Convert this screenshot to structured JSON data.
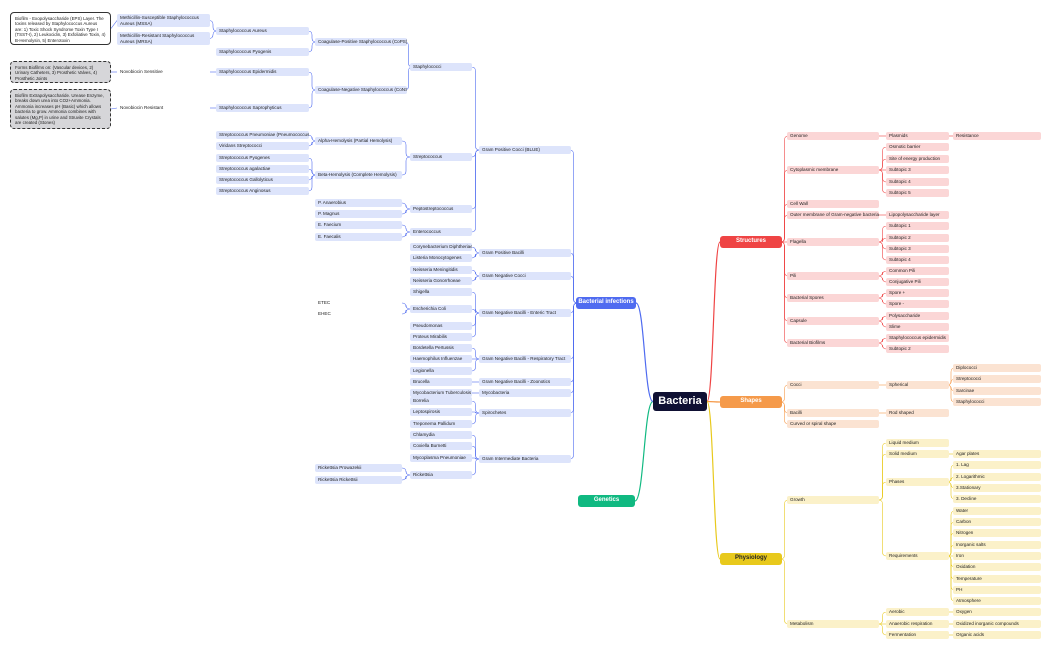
{
  "title": "Bacteria",
  "colors": {
    "root": "#0f1033",
    "structures": "#ef4444",
    "shapes": "#f59a4a",
    "physiology": "#e8c91c",
    "genetics": "#10b981",
    "infections": "#4f6bf0",
    "node_blue": "#dde4fb",
    "node_red": "#fbd6d6",
    "node_orange": "#fbe3d2",
    "node_yellow": "#fbf1c9"
  },
  "notes": {
    "biofilm_eps": "Biofilm - Exopolysaccharide (EPS) Layer. The toxins released by Staphylococcus Aureus are: 1) Toxic Shock Syndrome Toxin Type I (TSST-I), 2) Leukocidin, 3) Exfoliative Toxin, 4) B-Hemolysin, 5) Enterotoxin",
    "forms_biofilms": "Forms Biofilms on: (Vascular devices, 2) Urinary Catheters, 3) Prosthetic Valves, 4) Prosthetic Joints",
    "biofilm_expolysaccharide": "Biofilm Extrapolysaccharide. Urease Enzyme, breaks down urea into CO2+Ammonia. Ammonia increases pH (Basic) which allows bacteria to grow. Ammonia combines with salutes (Mg,P) in urine and Struvite Crystals are created (Stones)"
  },
  "nodes": {
    "root": "Bacteria",
    "b_structures": "Structures",
    "b_shapes": "Shapes",
    "b_physiology": "Physiology",
    "b_genetics": "Genetics",
    "b_infections": "Bacterial infections",
    "s_genome": "Genome",
    "s_plasmids": "Plasmids",
    "s_resistance": "Resistance",
    "s_cytoplasmic": "Cytoplasmic membrane",
    "s_osmotic": "Osmotic barrier",
    "s_energy": "Site of energy production",
    "s_sub3a": "Subtopic 3",
    "s_sub4a": "Subtopic 4",
    "s_sub5a": "Subtopic 5",
    "s_cellwall": "Cell Wall",
    "s_outer": "Outer membrane of Gram-negative bacteria",
    "s_lps": "Lipopolysaccharide layer",
    "s_flagella": "Flagella",
    "s_sub1b": "Subtopic 1",
    "s_sub2b": "Subtopic 2",
    "s_sub3b": "Subtopic 3",
    "s_sub4b": "Subtopic 4",
    "s_pili": "Pili",
    "s_common_pili": "Common Pili",
    "s_conj_pili": "Conjugative Pili",
    "s_spores": "Bacterial Spores",
    "s_sporeplus": "Spore +",
    "s_sporeminus": "Spore -",
    "s_capsule": "Capsule",
    "s_polysaccharide": "Polysaccharide",
    "s_slime": "Slime",
    "s_biofilms": "Bacterial Biofilms",
    "s_staph_epi": "Staphylococcus epidermidis",
    "s_sub2c": "Subtopic 2",
    "sh_cocci": "Cocci",
    "sh_spherical": "Spherical",
    "sh_diplococci": "Diplococci",
    "sh_streptococci": "Streptococci",
    "sh_sarcinae": "Sarcinae",
    "sh_staphylococci": "Staphylococci",
    "sh_bacilli": "Bacilli",
    "sh_rod": "Rod shaped",
    "sh_curved": "Curved or spiral shape",
    "p_growth": "Growth",
    "p_liquid": "Liquid medium",
    "p_solid": "Solid medium",
    "p_agar": "Agar plates",
    "p_phases": "Phases",
    "p_lag": "1. Lag",
    "p_log": "2. Logarithmic",
    "p_stationary": "3.Stationary",
    "p_decline": "3. Decline",
    "p_requirements": "Requirements",
    "p_water": "Water",
    "p_carbon": "Carbon",
    "p_nitrogen": "Nitrogen",
    "p_inorganic": "Inorganic salts",
    "p_iron": "Iron",
    "p_oxidation": "Oxidation",
    "p_temperature": "Temperature",
    "p_ph": "PH",
    "p_atmosphere": "Atmosphere",
    "p_metabolism": "Metabolism",
    "p_aerobic": "Aerobic",
    "p_oxygen": "Oxygen",
    "p_anaerobic": "Anaerobic respiration",
    "p_oxidized": "Oxidized inorganic compounds",
    "p_fermentation": "Fermentation",
    "p_organic": "Organic acids",
    "i_gpc": "Gram Positive Cocci (BLUE)",
    "i_staphylococci": "Staphylococci",
    "i_cops": "Coagulase-Positive Staphylococcus (CoPS)",
    "i_cons": "Coagulase-Negative Staphylococcus (CoNS)",
    "i_saureus": "Staphylococcus Aureus",
    "i_mssa": "Methicillin-Susceptible Staphylococcus Aureus (MSSA)",
    "i_mrsa": "Methicillin-Resistant Staphylococcus Aureus (MRSA)",
    "i_spyogenis": "Staphylococcus Pyogenis",
    "i_sepidermidis": "Staphylococcus Epidermidis",
    "i_nov_sens": "Novobiocin Sensitive",
    "i_ssaprophyticus": "Staphylococcus Saprophyticus",
    "i_nov_res": "Novobiocin Resistant",
    "i_streptococcus": "Streptococcus",
    "i_alpha": "Alpha-Hemolysis (Partial Hemolysis)",
    "i_beta": "Beta-Hemolysis (Complete Hemolysis)",
    "i_spneumoniae": "Streptococcus Pneumoniae (Pneumococcus)",
    "i_viridans": "Viridans Streptococci",
    "i_spyogenes": "Streptococcus Pyogenes",
    "i_sagalactiae": "Streptococcus agalactiae",
    "i_sgallolyticus": "Streptococcus Gallolyticus",
    "i_sanginosus": "Streptococcus Anginosus",
    "i_peptostrep": "Peptostreptococcus",
    "i_panaerobius": "P. Anaerobius",
    "i_pmagnus": "P. Magnus",
    "i_enterococcus": "Enterococcus",
    "i_efaecium": "E. Faecium",
    "i_efaecalis": "E. Faecalis",
    "i_gpb": "Gram Positive Bacilli",
    "i_corynebacterium": "Corynebacterium Diphtheriae",
    "i_listeria": "Listeria Monocytogenes",
    "i_gnc": "Gram Negative Cocci",
    "i_nmeningitidis": "Neisseria Meningitidis",
    "i_ngonorrhoeae": "Neisseria Gonorrhoeae",
    "i_gnb_enteric": "Gram Negative Bacilli - Enteric Tract",
    "i_shigella": "Shigella",
    "i_ecoli": "Escherichia Coli",
    "i_etec": "ETEC",
    "i_ehec": "EHEC",
    "i_pseudomonas": "Pseudomonas",
    "i_proteus": "Proteus Mirabilis",
    "i_gnb_resp": "Gram Negative Bacilli - Respiratory Tract",
    "i_bordetella": "Bordetella Pertussis",
    "i_haemophilus": "Haemophilus Influenzae",
    "i_legionella": "Legionella",
    "i_gnb_zoo": "Gram Negative Bacilli - Zoonotics",
    "i_brucella": "Brucella",
    "i_mycobacteria": "Mycobacteria",
    "i_mtuberculosis": "Mycobacterium Tuberculosis",
    "i_spirochetes": "Spirochetes",
    "i_borrelia": "Borrelia",
    "i_leptospirosis": "Leptospirosis",
    "i_treponema": "Treponema Pallidum",
    "i_gib": "Gram Intermediate Bacteria",
    "i_chlamydia": "Chlamydia",
    "i_coxiella": "Coxiella Burnetti",
    "i_mycoplasma": "Mycoplasma Pneumoniae",
    "i_rickettsia": "Rickettsia",
    "i_rprowazekii": "Rickettsia Prowazekii",
    "i_rrickettsii": "Rickettsia Rickettsii"
  }
}
